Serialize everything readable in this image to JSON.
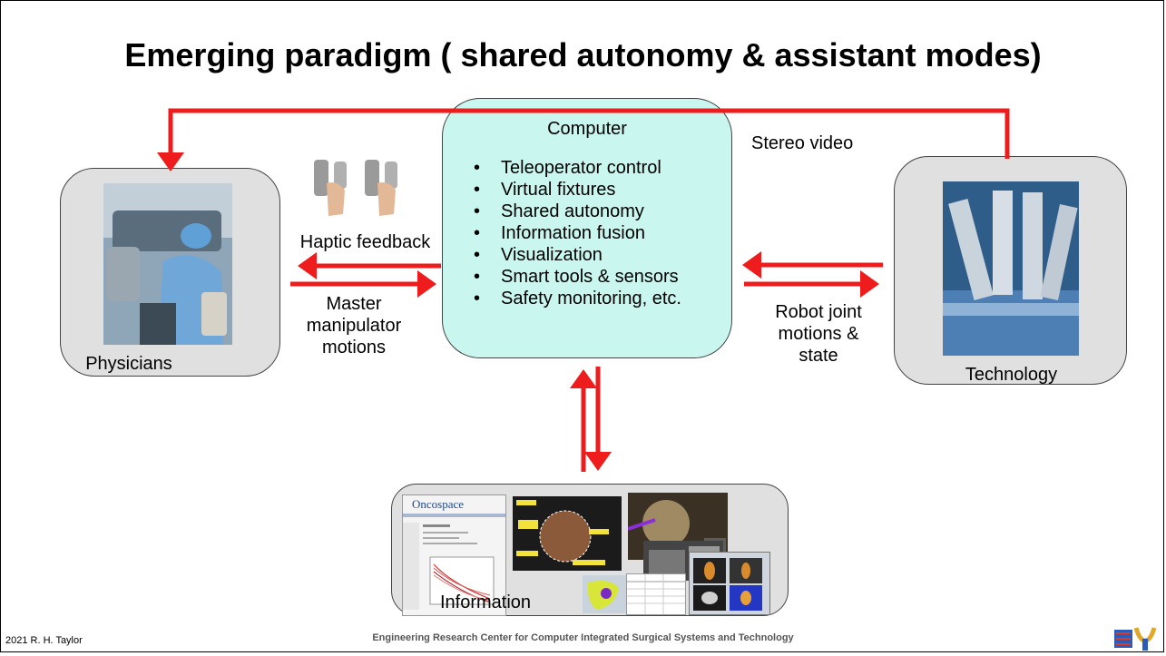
{
  "title": "Emerging paradigm ( shared autonomy & assistant modes)",
  "computer": {
    "title": "Computer",
    "items": [
      "Teleoperator control",
      "Virtual fixtures",
      "Shared autonomy",
      "Information fusion",
      "Visualization",
      "Smart tools & sensors",
      "Safety monitoring, etc."
    ]
  },
  "physicians": {
    "label": "Physicians"
  },
  "technology": {
    "label": "Technology"
  },
  "information": {
    "label": "Information",
    "oncospace_logo": "Oncospace"
  },
  "labels": {
    "stereo_video": "Stereo video",
    "haptic_feedback": "Haptic feedback",
    "master_motions": [
      "Master",
      "manipulator",
      "motions"
    ],
    "robot_motions": [
      "Robot joint",
      "motions &",
      "state"
    ]
  },
  "footer": {
    "left": "2021 R. H. Taylor",
    "center": "Engineering Research Center for Computer Integrated Surgical Systems and Technology"
  },
  "colors": {
    "arrow": "#ee1c1c",
    "computer_fill": "#c9f7ef",
    "box_fill": "#e0e0e0"
  }
}
